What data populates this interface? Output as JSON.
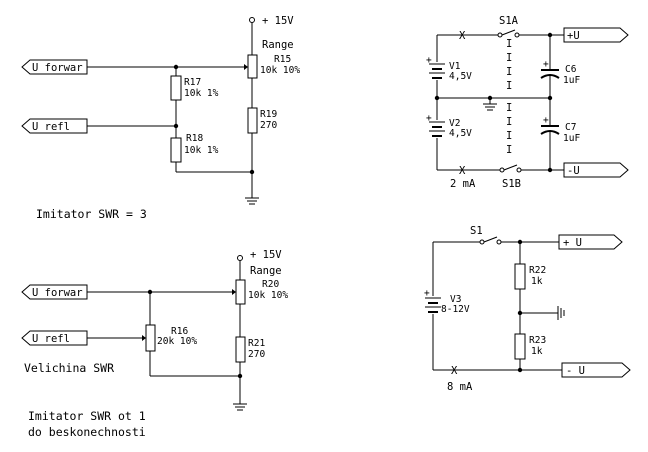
{
  "circuit1": {
    "supply": "+ 15V",
    "range": "Range",
    "r15": "R15",
    "r15_value": "10k 10%",
    "r19": "R19",
    "r19_value": "270",
    "u_forwar": "U forwar",
    "u_refl": "U refl",
    "r17": "R17",
    "r17_value": "10k 1%",
    "r18": "R18",
    "r18_value": "10k 1%",
    "caption": "Imitator SWR = 3"
  },
  "circuit2": {
    "supply": "+ 15V",
    "range": "Range",
    "r20": "R20",
    "r20_value": "10k 10%",
    "r21": "R21",
    "r21_value": "270",
    "u_forwar": "U forwar",
    "u_refl": "U refl",
    "r16": "R16",
    "r16_value": "20k 10%",
    "caption": "Velichina SWR",
    "caption2_line1": "Imitator SWR ot 1",
    "caption2_line2": "do beskonechnosti"
  },
  "circuit3": {
    "break_mark": "X",
    "s1a": "S1A",
    "s1b": "S1B",
    "plus_u": "+U",
    "minus_u": "-U",
    "plus_sign": "+",
    "link": "I",
    "v1": "V1",
    "v1_value": "4,5V",
    "v2": "V2",
    "v2_value": "4,5V",
    "c6": "C6",
    "c6_value": "1uF",
    "c7": "C7",
    "c7_value": "1uF",
    "current": "2 mA"
  },
  "circuit4": {
    "s1": "S1",
    "plus_u": "+ U",
    "minus_u": "- U",
    "plus_sign": "+",
    "v3": "V3",
    "v3_value": "8-12V",
    "break_mark": "X",
    "current": "8 mA",
    "r22": "R22",
    "r22_value": "1k",
    "r23": "R23",
    "r23_value": "1k"
  }
}
